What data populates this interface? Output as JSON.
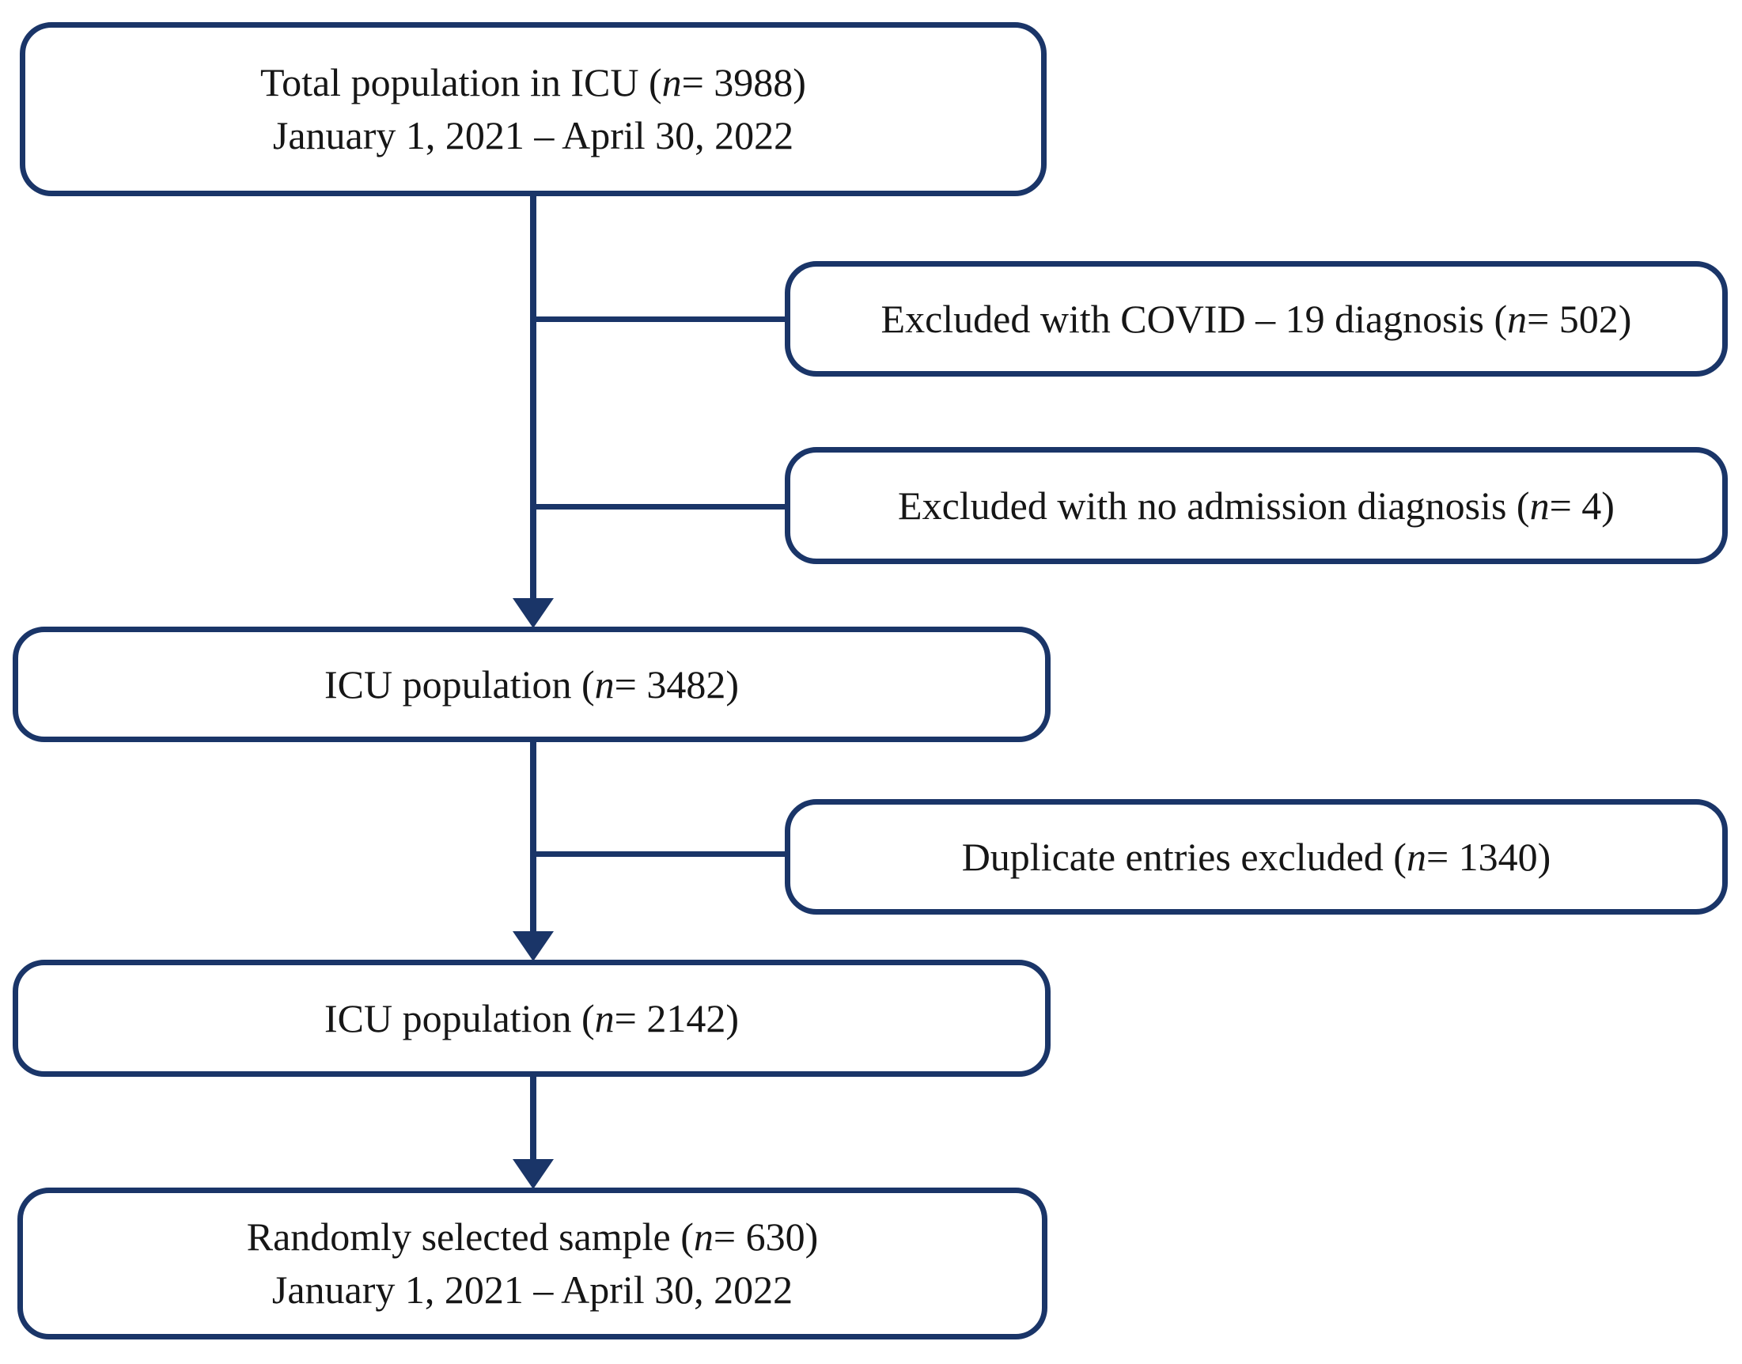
{
  "figure": {
    "type": "flowchart",
    "description": "Patient selection flow diagram for ICU study population",
    "accent_color": "#1a3568",
    "text_color": "#161616",
    "background_color": "#ffffff"
  },
  "boxes": {
    "total_population": {
      "line1": {
        "pre": "Total population in ICU (",
        "var": "n",
        "post": "= 3988)"
      },
      "line2": "January 1, 2021 – April 30, 2022"
    },
    "excluded_covid": {
      "line1": {
        "pre": "Excluded with COVID – 19 diagnosis (",
        "var": "n",
        "post": "= 502)"
      }
    },
    "excluded_no_admission": {
      "line1": {
        "pre": "Excluded with no admission diagnosis (",
        "var": "n",
        "post": "= 4)"
      }
    },
    "icu_population_1": {
      "line1": {
        "pre": "ICU population (",
        "var": "n",
        "post": "= 3482)"
      }
    },
    "duplicates_excluded": {
      "line1": {
        "pre": "Duplicate entries excluded (",
        "var": "n",
        "post": "= 1340)"
      }
    },
    "icu_population_2": {
      "line1": {
        "pre": "ICU population (",
        "var": "n",
        "post": "= 2142)"
      }
    },
    "random_sample": {
      "line1": {
        "pre": "Randomly selected sample (",
        "var": "n",
        "post": "= 630)"
      },
      "line2": "January 1, 2021 – April 30, 2022"
    }
  },
  "flow": {
    "main_path": [
      "total_population",
      "icu_population_1",
      "icu_population_2",
      "random_sample"
    ],
    "exclusions_from_total": [
      "excluded_covid",
      "excluded_no_admission"
    ],
    "exclusions_from_icu_1": [
      "duplicates_excluded"
    ]
  }
}
